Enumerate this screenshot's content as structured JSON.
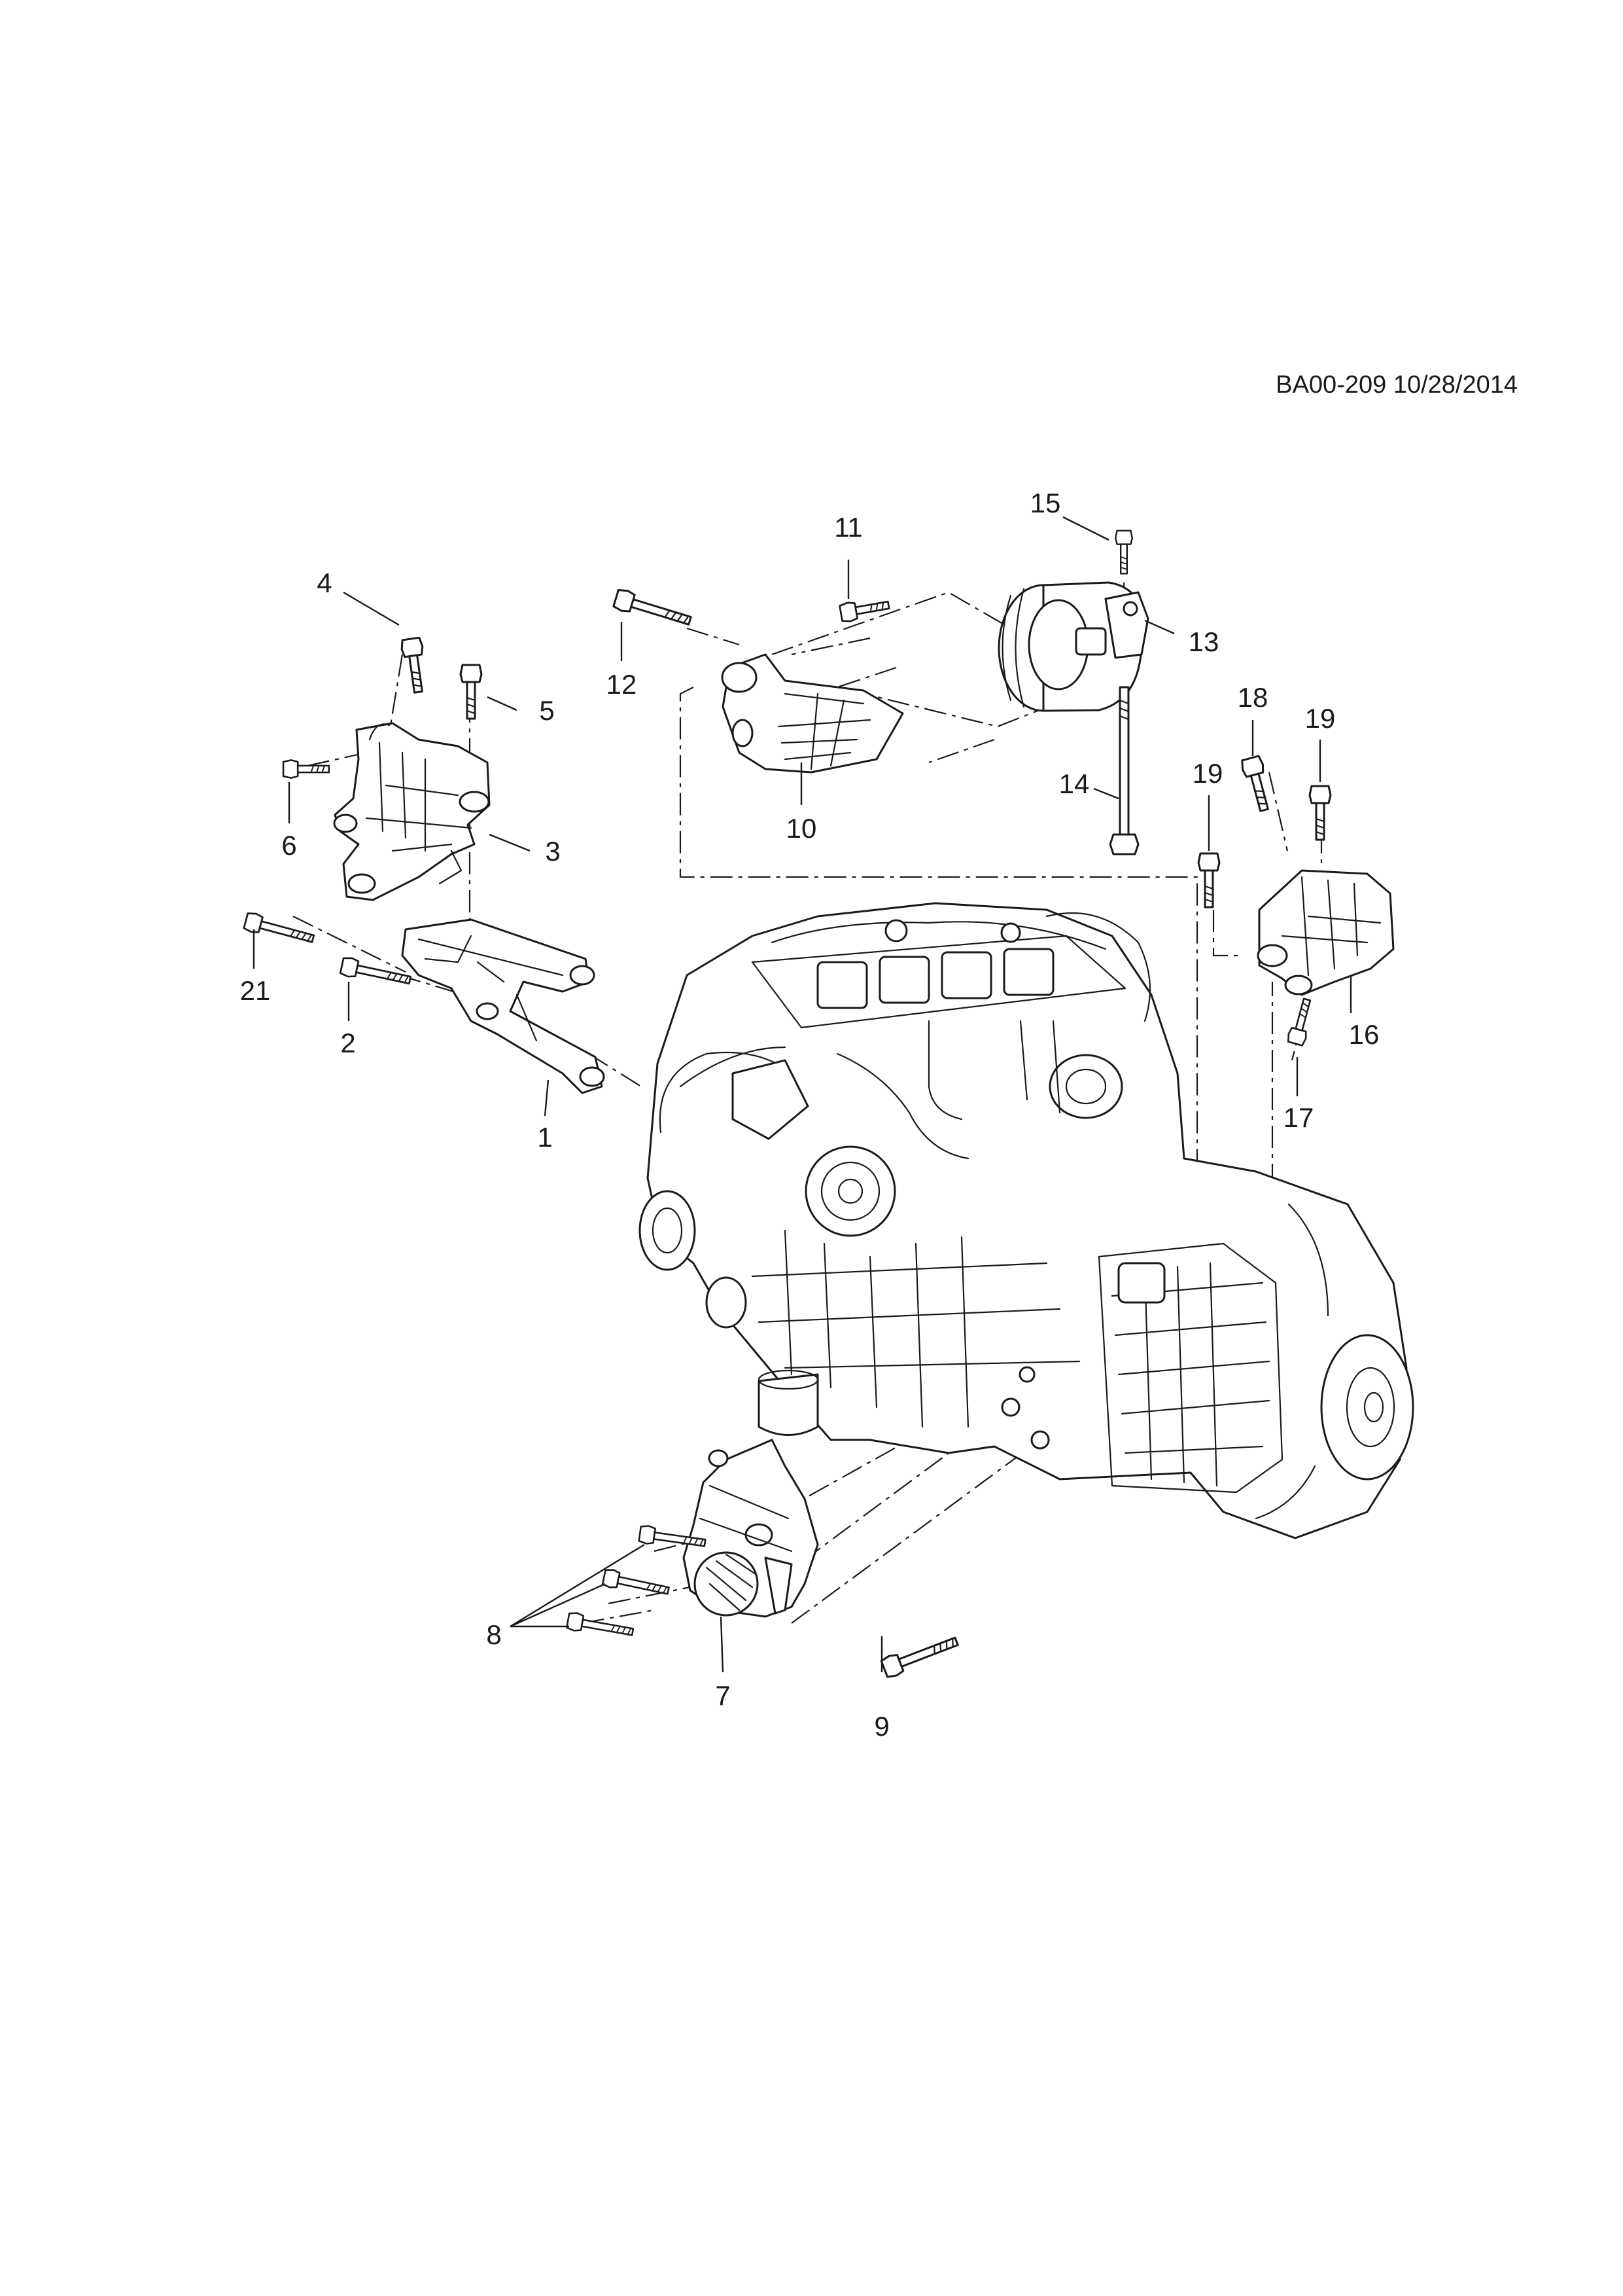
{
  "diagram_code": "BA00-209 10/28/2014",
  "callouts": {
    "c1": "1",
    "c2": "2",
    "c3": "3",
    "c4": "4",
    "c5": "5",
    "c6": "6",
    "c7": "7",
    "c8": "8",
    "c9": "9",
    "c10": "10",
    "c11": "11",
    "c12": "12",
    "c13": "13",
    "c14": "14",
    "c15": "15",
    "c16": "16",
    "c17": "17",
    "c18": "18",
    "c19a": "19",
    "c19b": "19",
    "c21": "21"
  }
}
